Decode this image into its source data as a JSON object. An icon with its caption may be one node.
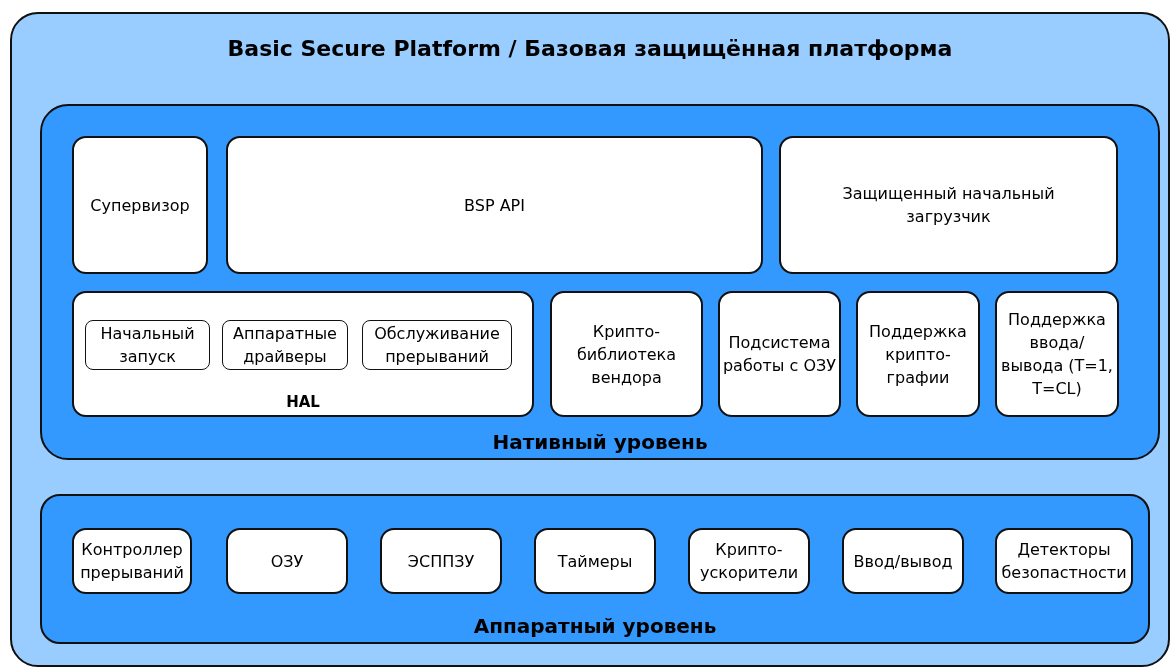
{
  "diagram": {
    "nodes": [
      {
        "text": [
          "Basic Secure Platform / Базовая защищённая платформа"
        ]
      },
      {
        "text": [
          "Нативный уровень"
        ],
        "in": 0
      },
      {
        "text": [
          "Супервизор"
        ],
        "in": 1
      },
      {
        "text": [
          "BSP API"
        ],
        "in": 1
      },
      {
        "text": [
          "Защищенный начальный загрузчик"
        ],
        "in": 1
      },
      {
        "text": [
          "HAL"
        ],
        "in": 1
      },
      {
        "text": [
          "Начальный запуск"
        ],
        "in": 5
      },
      {
        "text": [
          "Аппаратные драйверы"
        ],
        "in": 5
      },
      {
        "text": [
          "Обслуживание прерываний"
        ],
        "in": 5
      },
      {
        "text": [
          "Крипто- библиотека вендора"
        ],
        "in": 1
      },
      {
        "text": [
          "Подсистема работы с ОЗУ"
        ],
        "in": 1
      },
      {
        "text": [
          "Поддержка крипто- графии"
        ],
        "in": 1
      },
      {
        "text": [
          "Поддержка ввода/ вывода (T=1, T=CL)"
        ],
        "in": 1
      },
      {
        "text": [
          "Аппаратный уровень"
        ],
        "in": 0
      },
      {
        "text": [
          "Контроллер прерываний"
        ],
        "in": 13
      },
      {
        "text": [
          "ОЗУ"
        ],
        "in": 13
      },
      {
        "text": [
          "ЭСППЗУ"
        ],
        "in": 13
      },
      {
        "text": [
          "Таймеры"
        ],
        "in": 13
      },
      {
        "text": [
          "Крипто- ускорители"
        ],
        "in": 13
      },
      {
        "text": [
          "Ввод/вывод"
        ],
        "in": 13
      },
      {
        "text": [
          "Детекторы безопастности"
        ],
        "in": 13
      }
    ]
  }
}
